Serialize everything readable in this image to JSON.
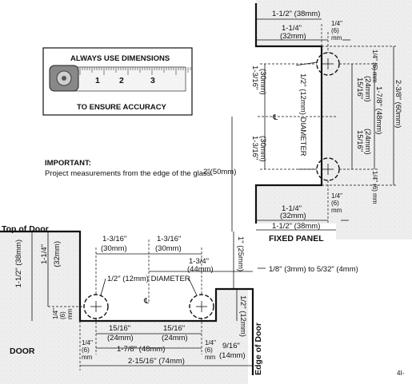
{
  "callout": {
    "top_text": "ALWAYS USE DIMENSIONS",
    "bottom_text": "TO ENSURE ACCURACY",
    "ruler_ticks": [
      "1",
      "2",
      "3"
    ]
  },
  "note": {
    "heading": "IMPORTANT:",
    "body": "Project measurements from the edge of the glass."
  },
  "fixed_panel": {
    "title": "FIXED PANEL",
    "top_width_1": "1-1/2\" (38mm)",
    "top_width_2_in": "1-1/4\"",
    "top_width_2_mm": "(32mm)",
    "top_edge_in": "1/4\"",
    "top_edge_val": "(6)",
    "top_edge_mm": "mm",
    "hole_offset_top_in": "1-3/16\"",
    "hole_offset_top_mm": "(30mm)",
    "hole_offset_bot_in": "1-3/16\"",
    "hole_offset_bot_mm": "(30mm)",
    "diameter": "1/2\" (12mm) DIAMETER",
    "right_1_in": "15/16\"",
    "right_1_mm": "(24mm)",
    "right_2_in": "15/16\"",
    "right_2_mm": "(24mm)",
    "total_in": "1-7/8\" (48mm)",
    "overall": "2-3/8\" (60mm)",
    "side_top": "1/4\" (6) mm",
    "side_bot": "1/4\" (6) mm",
    "bottom_width_2_in": "1-1/4\"",
    "bottom_width_2_mm": "(32mm)",
    "bottom_edge_in": "1/4\"",
    "bottom_edge_val": "(6)",
    "bottom_edge_mm": "mm",
    "bottom_width_1": "1-1/2\" (38mm)",
    "center_symbol": "℄"
  },
  "door": {
    "title": "DOOR",
    "top_label": "Top of Door",
    "edge_label": "Edge of Door",
    "gap_top": "2\"(50mm)",
    "hole_left_in": "1-3/16\"",
    "hole_left_mm": "(30mm)",
    "hole_right_in": "1-3/16\"",
    "hole_right_mm": "(30mm)",
    "width_in": "1-3/4\"",
    "width_mm": "(44mm)",
    "edge_small": "1\" (25mm)",
    "gap_note": "1/8\" (3mm) to 5/32\" (4mm)",
    "left_v1": "1-1/2\" (38mm)",
    "left_v2_in": "1-1/4\"",
    "left_v2_mm": "(32mm)",
    "left_small_in": "1/4\"",
    "left_small_val": "(6)",
    "left_small_mm": "mm",
    "diameter": "1/2\" (12mm) DIAMETER",
    "right_v": "1/2\" (12mm)",
    "bottom_1_in": "15/16\"",
    "bottom_1_mm": "(24mm)",
    "bottom_2_in": "15/16\"",
    "bottom_2_mm": "(24mm)",
    "bottom_edge_l_in": "1/4\"",
    "bottom_edge_l_val": "(6)",
    "bottom_edge_l_mm": "mm",
    "bottom_total": "1-7/8\" (48mm)",
    "bottom_edge_r_in": "1/4\"",
    "bottom_edge_r_val": "(6)",
    "bottom_edge_r_mm": "mm",
    "bottom_right_in": "9/16\"",
    "bottom_right_mm": "(14mm)",
    "overall": "2-15/16\" (74mm)",
    "center_symbol": "℄"
  },
  "page_ref": "4I-"
}
